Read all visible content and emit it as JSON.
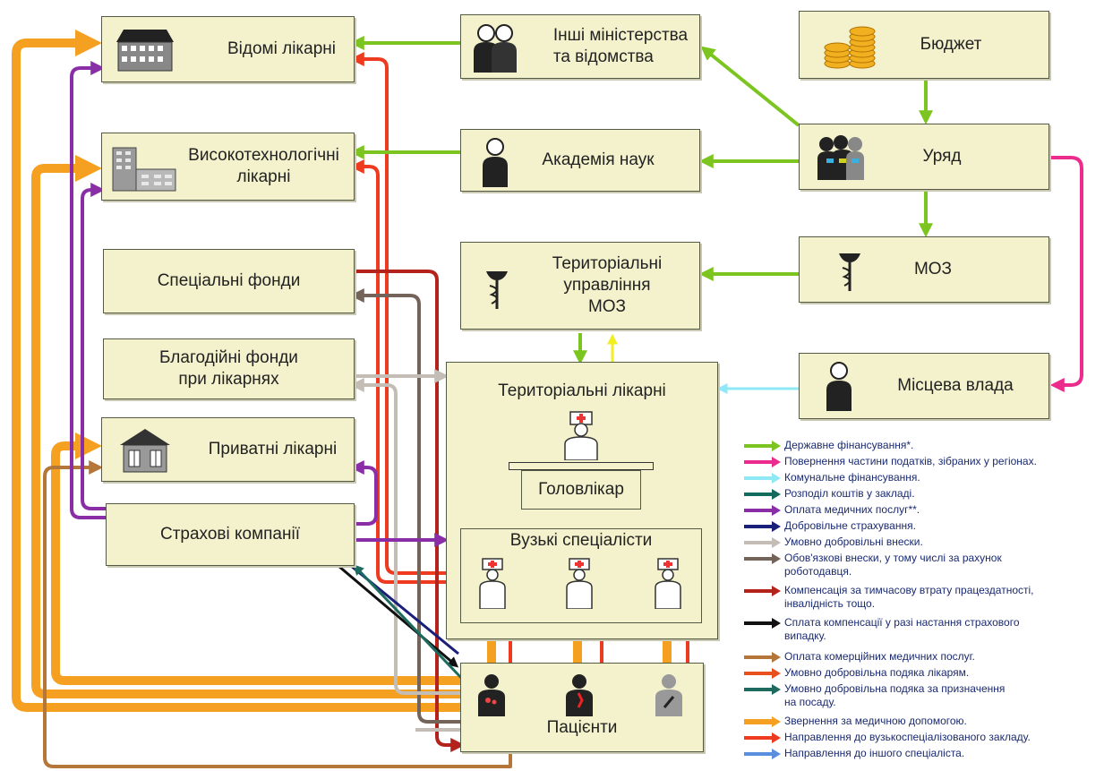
{
  "nodes": {
    "vidomi": "Відомі лікарні",
    "high_tech": "Високотехнологічні\nлікарні",
    "special_funds": "Спеціальні фонди",
    "charity_funds": "Благодійні фонди\nпри лікарнях",
    "private": "Приватні лікарні",
    "insurance": "Страхові компанії",
    "other_ministries": "Інші міністерства\nта відомства",
    "academy": "Академія наук",
    "territorial_moz": "Територіальні\nуправління\nМОЗ",
    "territorial_hospitals": "Територіальні лікарні",
    "chief_doctor": "Головлікар",
    "specialists": "Вузькі спеціалісти",
    "patients": "Пацієнти",
    "budget": "Бюджет",
    "government": "Уряд",
    "moz": "МОЗ",
    "local_authority": "Місцева влада"
  },
  "icons": {
    "vidomi": "hospital-building-icon",
    "high_tech": "office-building-icon",
    "private": "private-house-icon",
    "other_ministries": "officials-icon",
    "academy": "scientist-icon",
    "territorial_moz": "caduceus-icon",
    "budget": "coins-icon",
    "government": "government-group-icon",
    "moz": "caduceus-icon",
    "local_authority": "official-icon",
    "chief_doctor": "doctor-icon",
    "specialist": "doctor-icon",
    "patient": "patient-icon"
  },
  "legend": [
    {
      "color": "#7cc520",
      "text": "Державне фінансування*."
    },
    {
      "color": "#ec2c8c",
      "text": "Повернення частини податків, зібраних у регіонах."
    },
    {
      "color": "#8fe8f5",
      "text": "Комунальне фінансування."
    },
    {
      "color": "#126b5c",
      "text": "Розподіл коштів у закладі."
    },
    {
      "color": "#8a2ea8",
      "text": "Оплата медичних послуг**."
    },
    {
      "color": "#1a1f7a",
      "text": "Добровільне страхування."
    },
    {
      "color": "#c3bdb6",
      "text": "Умовно добровільні внески."
    },
    {
      "color": "#736359",
      "text": "Обов'язкові внески, у тому числі за рахунок\nроботодавця."
    },
    {
      "color": "#b3231c",
      "text": "Компенсація за тимчасову втрату працездатності,\nінвалідність тощо."
    },
    {
      "color": "#111111",
      "text": "Сплата компенсації у разі настання страхового\nвипадку."
    },
    {
      "color": "#b5763a",
      "text": "Оплата комерційних медичних послуг."
    },
    {
      "color": "#e8501e",
      "text": "Умовно добровільна подяка лікарям."
    },
    {
      "color": "#1d6b5e",
      "text": "Умовно добровільна подяка за призначення\nна посаду."
    },
    {
      "color": "#f5a020",
      "text": "Звернення за медичною допомогою."
    },
    {
      "color": "#ee3a1f",
      "text": "Направлення до вузькоспеціалізованого закладу."
    },
    {
      "color": "#5a8ede",
      "text": "Направлення до іншого спеціаліста."
    }
  ],
  "colors": {
    "box_fill": "#f4f2cc",
    "green": "#7cc520",
    "pink": "#ec2c8c",
    "cyan": "#8fe8f5",
    "orange": "#f5a020",
    "red": "#ee3a1f",
    "purple": "#8a2ea8",
    "gray": "#c3bdb6",
    "darkgray": "#736359",
    "darkred": "#b3231c",
    "black": "#111111",
    "brown": "#b5763a",
    "teal": "#1d6b5e",
    "yellow": "#f2ee24",
    "blue": "#5a8ede"
  }
}
